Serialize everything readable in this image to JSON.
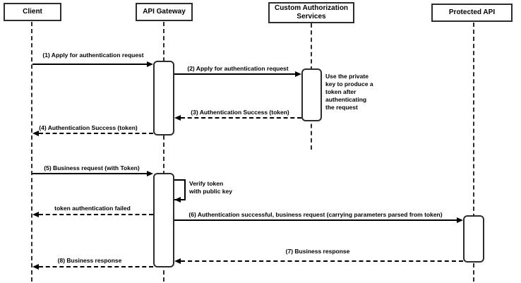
{
  "diagram_type": "sequence-diagram",
  "colors": {
    "background": "#ffffff",
    "stroke": "#000000",
    "box_border": "#2d2d2d",
    "box_fill": "#ffffff"
  },
  "actors": [
    {
      "name": "Client"
    },
    {
      "name": "API Gateway"
    },
    {
      "name": "Custom Authorization Services"
    },
    {
      "name": "Protected API"
    }
  ],
  "messages": [
    {
      "label": "(1) Apply for authentication request",
      "from": "Client",
      "to": "API Gateway",
      "style": "solid",
      "direction": "right"
    },
    {
      "label": "(2) Apply for authentication request",
      "from": "API Gateway",
      "to": "Custom Authorization Services",
      "style": "solid",
      "direction": "right"
    },
    {
      "label": "(3) Authentication Success (token)",
      "from": "Custom Authorization Services",
      "to": "API Gateway",
      "style": "dashed",
      "direction": "left"
    },
    {
      "label": "(4) Authentication Success (token)",
      "from": "API Gateway",
      "to": "Client",
      "style": "dashed",
      "direction": "left"
    },
    {
      "label": "(5) Business request (with Token)",
      "from": "Client",
      "to": "API Gateway",
      "style": "solid",
      "direction": "right"
    },
    {
      "label": "Verify token\nwith public key",
      "from": "API Gateway",
      "to": "API Gateway",
      "style": "self",
      "direction": "self"
    },
    {
      "label": "token authentication failed",
      "from": "API Gateway",
      "to": "Client",
      "style": "dashed",
      "direction": "left"
    },
    {
      "label": "(6) Authentication successful, business request (carrying parameters parsed from token)",
      "from": "API Gateway",
      "to": "Protected API",
      "style": "solid",
      "direction": "right"
    },
    {
      "label": "(7) Business response",
      "from": "Protected API",
      "to": "API Gateway",
      "style": "dashed",
      "direction": "left"
    },
    {
      "label": "(8) Business response",
      "from": "API Gateway",
      "to": "Client",
      "style": "dashed",
      "direction": "left"
    }
  ],
  "note": {
    "text": "Use the private\nkey to produce a\ntoken after\nauthenticating\nthe request",
    "attached_to": "Custom Authorization Services"
  }
}
